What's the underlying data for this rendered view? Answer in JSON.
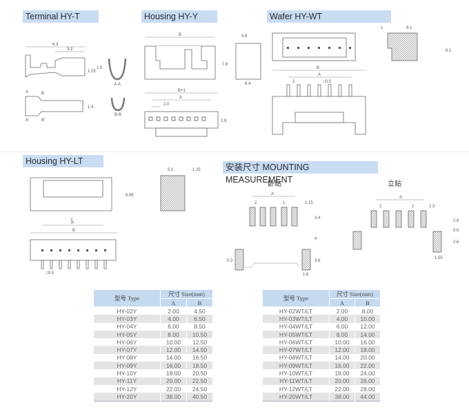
{
  "sections": {
    "terminal": "Terminal HY-T",
    "housing_y": "Housing HY-Y",
    "wafer": "Wafer HY-WT",
    "housing_lt": "Housing HY-LT",
    "mounting": "安装尺寸 MOUNTING MEASUREMENT",
    "mount_horizontal": "卧贴",
    "mount_vertical": "立贴"
  },
  "dims": {
    "terminal": {
      "length": "6.3",
      "crimp": "3.2",
      "h1": "1.25",
      "h2": "1.5",
      "w": "1.4",
      "sec_a": "A-A",
      "sec_b": "B-B",
      "a": "A",
      "a2": "A'",
      "b": "B",
      "b2": "B'"
    },
    "housing_y": {
      "b": "B",
      "h": "7.8",
      "side_top": "3.6",
      "side_bot": "6.4",
      "b1": "B+1",
      "a": "A",
      "pitch": "2.0",
      "w": "2.9"
    },
    "wafer": {
      "t1": "1",
      "depth": "9.1",
      "h": "6.1",
      "b": "B",
      "a": "A",
      "pitch": "2",
      "pin": "□0.5"
    },
    "housing_lt": {
      "h": "6.95",
      "pitch": "2",
      "a": "A",
      "b": "B",
      "w1": "5.1",
      "w2": "1.25",
      "pin": "□0.5"
    },
    "mount_h": {
      "a": "A",
      "pitch": "2",
      "pad": "1",
      "gap": "1.15",
      "l1": "3.4",
      "l2": "4",
      "l3": "3.6",
      "w": "1.6",
      "off": "0.3"
    },
    "mount_v": {
      "a": "A",
      "pitch": "2",
      "pad": "1",
      "gap": "1.3",
      "l1": "2.6",
      "l2": "0.5",
      "l3": "2.6",
      "w": "1.55"
    }
  },
  "table_y": {
    "col_type": "型号 Type",
    "col_size": "尺寸 Size(mm)",
    "col_a": "A",
    "col_b": "B",
    "rows": [
      [
        "HY-02Y",
        "2.00",
        "4.50"
      ],
      [
        "HY-03Y",
        "4.00",
        "6.50"
      ],
      [
        "HY-04Y",
        "6.00",
        "8.50"
      ],
      [
        "HY-05Y",
        "8.00",
        "10.50"
      ],
      [
        "HY-06Y",
        "10.00",
        "12.50"
      ],
      [
        "HY-07Y",
        "12.00",
        "14.50"
      ],
      [
        "HY-08Y",
        "14.00",
        "16.50"
      ],
      [
        "HY-09Y",
        "16.00",
        "18.50"
      ],
      [
        "HY-10Y",
        "18.00",
        "20.50"
      ],
      [
        "HY-11Y",
        "20.00",
        "22.50"
      ],
      [
        "HY-12Y",
        "22.00",
        "24.50"
      ],
      [
        "HY-20Y",
        "38.00",
        "40.50"
      ]
    ]
  },
  "table_wt": {
    "col_type": "型号 Type",
    "col_size": "尺寸 Size(mm)",
    "col_a": "A",
    "col_b": "B",
    "rows": [
      [
        "HY-02WT/LT",
        "2.00",
        "8.00"
      ],
      [
        "HY-03WT/LT",
        "4.00",
        "10.00"
      ],
      [
        "HY-04WT/LT",
        "6.00",
        "12.00"
      ],
      [
        "HY-05WT/LT",
        "8.00",
        "14.00"
      ],
      [
        "HY-06WT/LT",
        "10.00",
        "16.00"
      ],
      [
        "HY-07WT/LT",
        "12.00",
        "18.00"
      ],
      [
        "HY-08WT/LT",
        "14.00",
        "20.00"
      ],
      [
        "HY-09WT/LT",
        "16.00",
        "22.00"
      ],
      [
        "HY-10WT/LT",
        "18.00",
        "24.00"
      ],
      [
        "HY-11WT/LT",
        "20.00",
        "26.00"
      ],
      [
        "HY-12WT/LT",
        "22.00",
        "28.00"
      ],
      [
        "HY-20WT/LT",
        "38.00",
        "44.00"
      ]
    ]
  }
}
